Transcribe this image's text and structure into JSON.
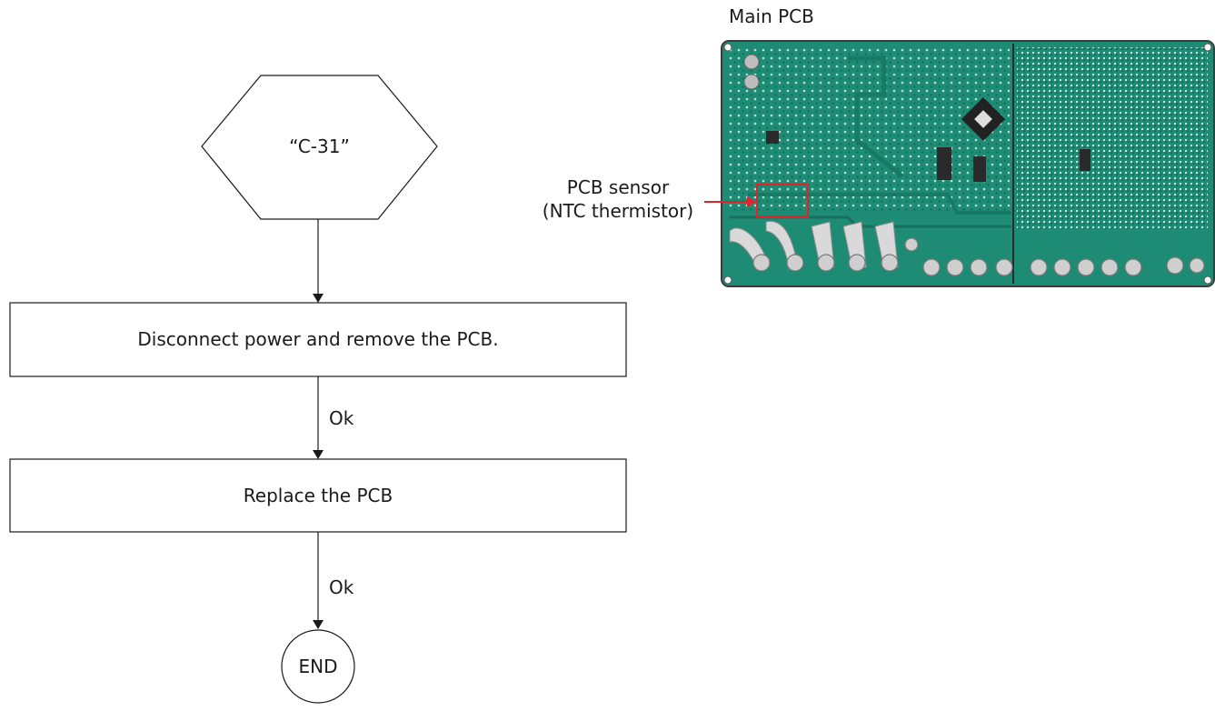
{
  "flowchart": {
    "start_label": "“C-31”",
    "step1_label": "Disconnect power and remove the PCB.",
    "edge1_label": "Ok",
    "step2_label": "Replace the PCB",
    "edge2_label": "Ok",
    "end_label": "END"
  },
  "figure": {
    "title": "Main PCB",
    "callout_line1": "PCB sensor",
    "callout_line2": "(NTC thermistor)",
    "callout_color": "#e3222b",
    "board_color": "#1e8c75"
  }
}
